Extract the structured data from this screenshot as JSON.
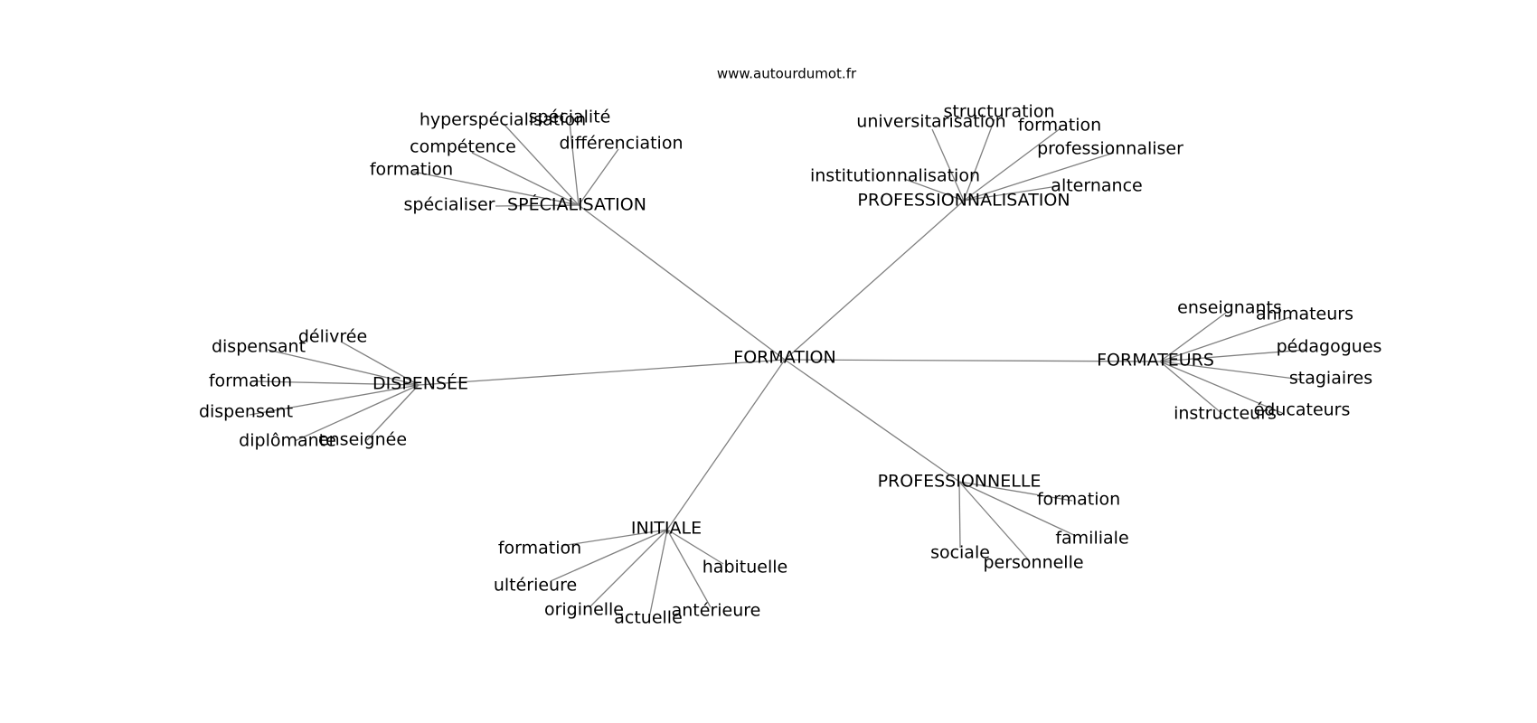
{
  "credit": "www.autourdumot.fr",
  "center": {
    "label": "FORMATION"
  },
  "hubs": [
    {
      "id": "specialisation",
      "label": "SPÉCIALISATION",
      "leaves": [
        "hyperspécialisation",
        "spécialité",
        "compétence",
        "différenciation",
        "formation",
        "spécialiser"
      ]
    },
    {
      "id": "professionnalisation",
      "label": "PROFESSIONNALISATION",
      "leaves": [
        "universitarisation",
        "structuration",
        "formation",
        "professionnaliser",
        "institutionnalisation",
        "alternance"
      ]
    },
    {
      "id": "dispensee",
      "label": "DISPENSÉE",
      "leaves": [
        "délivrée",
        "dispensant",
        "formation",
        "dispensent",
        "diplômante",
        "enseignée"
      ]
    },
    {
      "id": "formateurs",
      "label": "FORMATEURS",
      "leaves": [
        "enseignants",
        "animateurs",
        "pédagogues",
        "stagiaires",
        "éducateurs",
        "instructeurs"
      ]
    },
    {
      "id": "professionnelle",
      "label": "PROFESSIONNELLE",
      "leaves": [
        "formation",
        "familiale",
        "sociale",
        "personnelle"
      ]
    },
    {
      "id": "initiale",
      "label": "INITIALE",
      "leaves": [
        "formation",
        "habituelle",
        "ultérieure",
        "originelle",
        "actuelle",
        "antérieure"
      ]
    }
  ]
}
